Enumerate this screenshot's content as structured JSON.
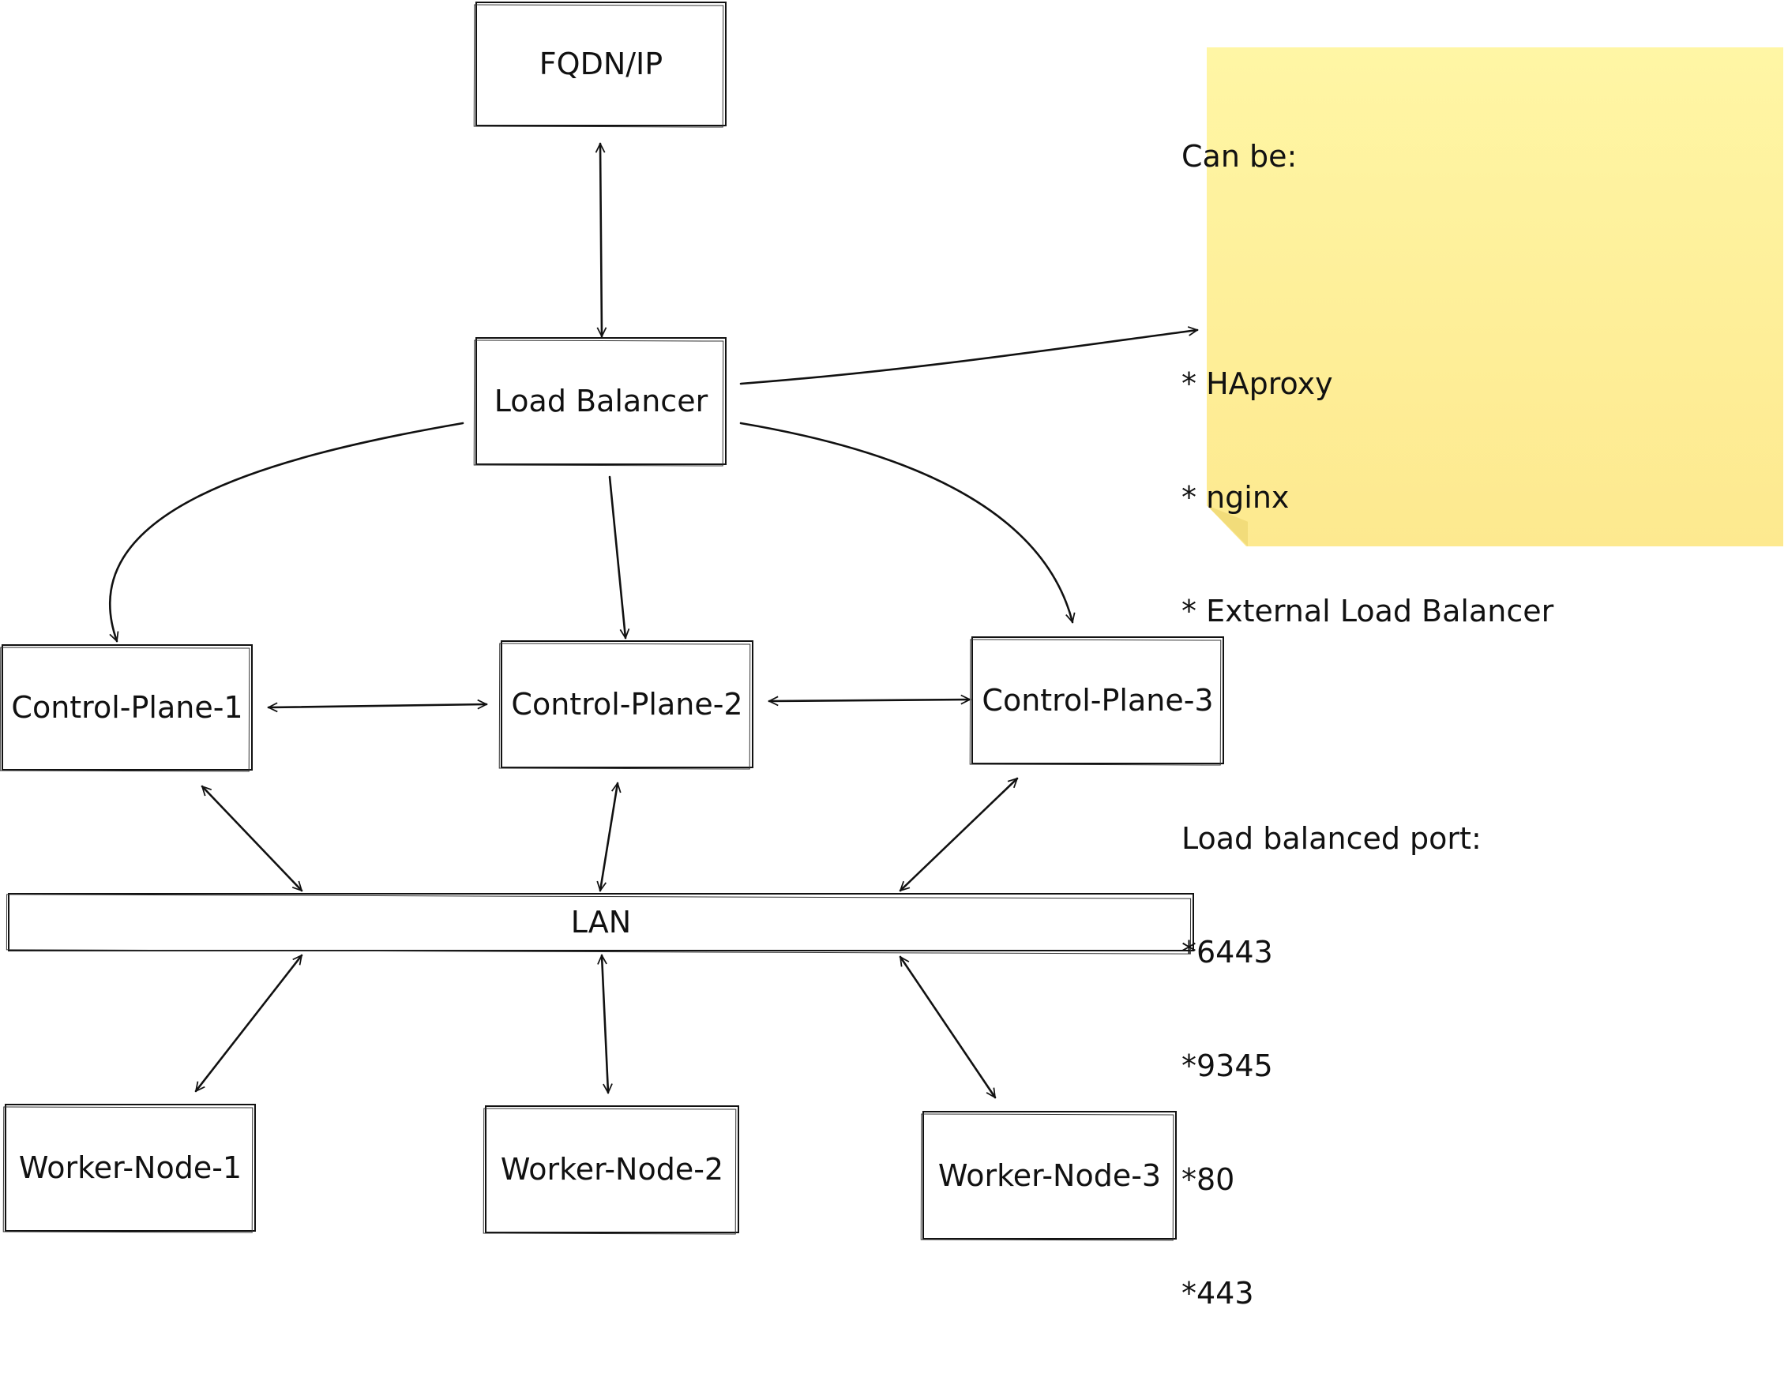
{
  "nodes": {
    "fqdn": "FQDN/IP",
    "load_balancer": "Load Balancer",
    "control_plane_1": "Control-Plane-1",
    "control_plane_2": "Control-Plane-2",
    "control_plane_3": "Control-Plane-3",
    "lan": "LAN",
    "worker_node_1": "Worker-Node-1",
    "worker_node_2": "Worker-Node-2",
    "worker_node_3": "Worker-Node-3"
  },
  "note": {
    "lines": [
      "Can be:",
      "",
      "* HAproxy",
      "* nginx",
      "* External Load Balancer",
      "",
      "Load balanced port:",
      "*6443",
      "*9345",
      "*80",
      "*443"
    ],
    "color": "#fff6a5"
  },
  "edges": [
    {
      "from": "fqdn",
      "to": "load_balancer",
      "direction": "both"
    },
    {
      "from": "load_balancer",
      "to": "control_plane_1",
      "direction": "forward"
    },
    {
      "from": "load_balancer",
      "to": "control_plane_2",
      "direction": "forward"
    },
    {
      "from": "load_balancer",
      "to": "control_plane_3",
      "direction": "forward"
    },
    {
      "from": "load_balancer",
      "to": "note",
      "direction": "forward"
    },
    {
      "from": "control_plane_1",
      "to": "control_plane_2",
      "direction": "both"
    },
    {
      "from": "control_plane_2",
      "to": "control_plane_3",
      "direction": "both"
    },
    {
      "from": "control_plane_1",
      "to": "lan",
      "direction": "both"
    },
    {
      "from": "control_plane_2",
      "to": "lan",
      "direction": "both"
    },
    {
      "from": "control_plane_3",
      "to": "lan",
      "direction": "both"
    },
    {
      "from": "lan",
      "to": "worker_node_1",
      "direction": "both"
    },
    {
      "from": "lan",
      "to": "worker_node_2",
      "direction": "both"
    },
    {
      "from": "lan",
      "to": "worker_node_3",
      "direction": "both"
    }
  ]
}
